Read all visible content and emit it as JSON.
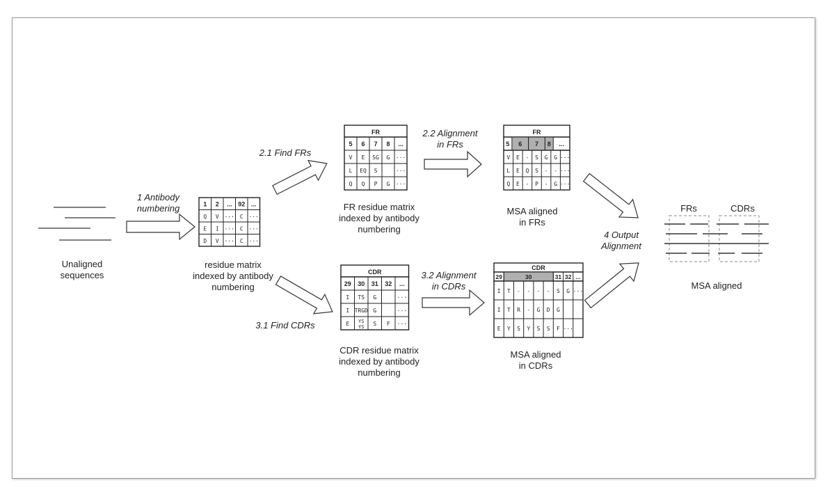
{
  "labels": {
    "unaligned": "Unaligned\nsequences",
    "step1": "1 Antibody\nnumbering",
    "residue_matrix": "residue matrix\nindexed by antibody\nnumbering",
    "step21": "2.1 Find FRs",
    "fr_matrix": "FR residue matrix\nindexed by antibody\nnumbering",
    "step22": "2.2 Alignment\nin FRs",
    "msa_frs": "MSA aligned\nin FRs",
    "step31": "3.1 Find CDRs",
    "cdr_matrix": "CDR residue matrix\nindexed by antibody\nnumbering",
    "step32": "3.2 Alignment\nin CDRs",
    "msa_cdrs": "MSA aligned\nin CDRs",
    "step4": "4 Output\nAlignment",
    "frs_header": "FRs",
    "cdrs_header": "CDRs",
    "msa_aligned": "MSA aligned"
  },
  "grids": {
    "residue": {
      "rows": [
        [
          "1",
          "2",
          "...",
          "92",
          "..."
        ],
        [
          "Q",
          "V",
          "···",
          "C",
          "···"
        ],
        [
          "E",
          "I",
          "···",
          "C",
          "···"
        ],
        [
          "D",
          "V",
          "···",
          "C",
          "···"
        ]
      ]
    },
    "fr": {
      "title": "FR",
      "rows": [
        [
          "5",
          "6",
          "7",
          "8",
          "..."
        ],
        [
          "V",
          "E",
          "SG",
          "G",
          "···"
        ],
        [
          "L",
          "EQ",
          "S",
          "",
          "···"
        ],
        [
          "Q",
          "Q",
          "P",
          "G",
          "···"
        ]
      ]
    },
    "fr_msa": {
      "title": "FR",
      "header": [
        "5",
        "6",
        "7",
        "8",
        "..."
      ],
      "rows": [
        [
          "V",
          "E",
          "-",
          "S",
          "G",
          "G",
          "···"
        ],
        [
          "L",
          "E",
          "Q",
          "S",
          "-",
          "-",
          "···"
        ],
        [
          "Q",
          "E",
          "-",
          "P",
          "-",
          "G",
          "···"
        ]
      ]
    },
    "cdr": {
      "title": "CDR",
      "rows": [
        [
          "29",
          "30",
          "31",
          "32",
          "..."
        ],
        [
          "I",
          "TS",
          "G",
          "",
          "···"
        ],
        [
          "I",
          "TRGD",
          "G",
          "",
          "···"
        ],
        [
          "E",
          "YS/YS",
          "S",
          "F",
          "···"
        ]
      ]
    },
    "cdr_msa": {
      "title": "CDR",
      "header": [
        "29",
        "30",
        "31",
        "32",
        "..."
      ],
      "rows": [
        [
          "I",
          "T",
          "-",
          "-",
          "-",
          "-",
          "S",
          "G",
          "···"
        ],
        [
          "I",
          "T",
          "R",
          "-",
          "G",
          "D",
          "G",
          "",
          ""
        ],
        [
          "E",
          "Y",
          "S",
          "Y",
          "S",
          "S",
          "F",
          "···",
          ""
        ]
      ]
    }
  },
  "colors": {
    "line": "#222222",
    "shade": "#b0b0b0",
    "dash": "#888888"
  }
}
